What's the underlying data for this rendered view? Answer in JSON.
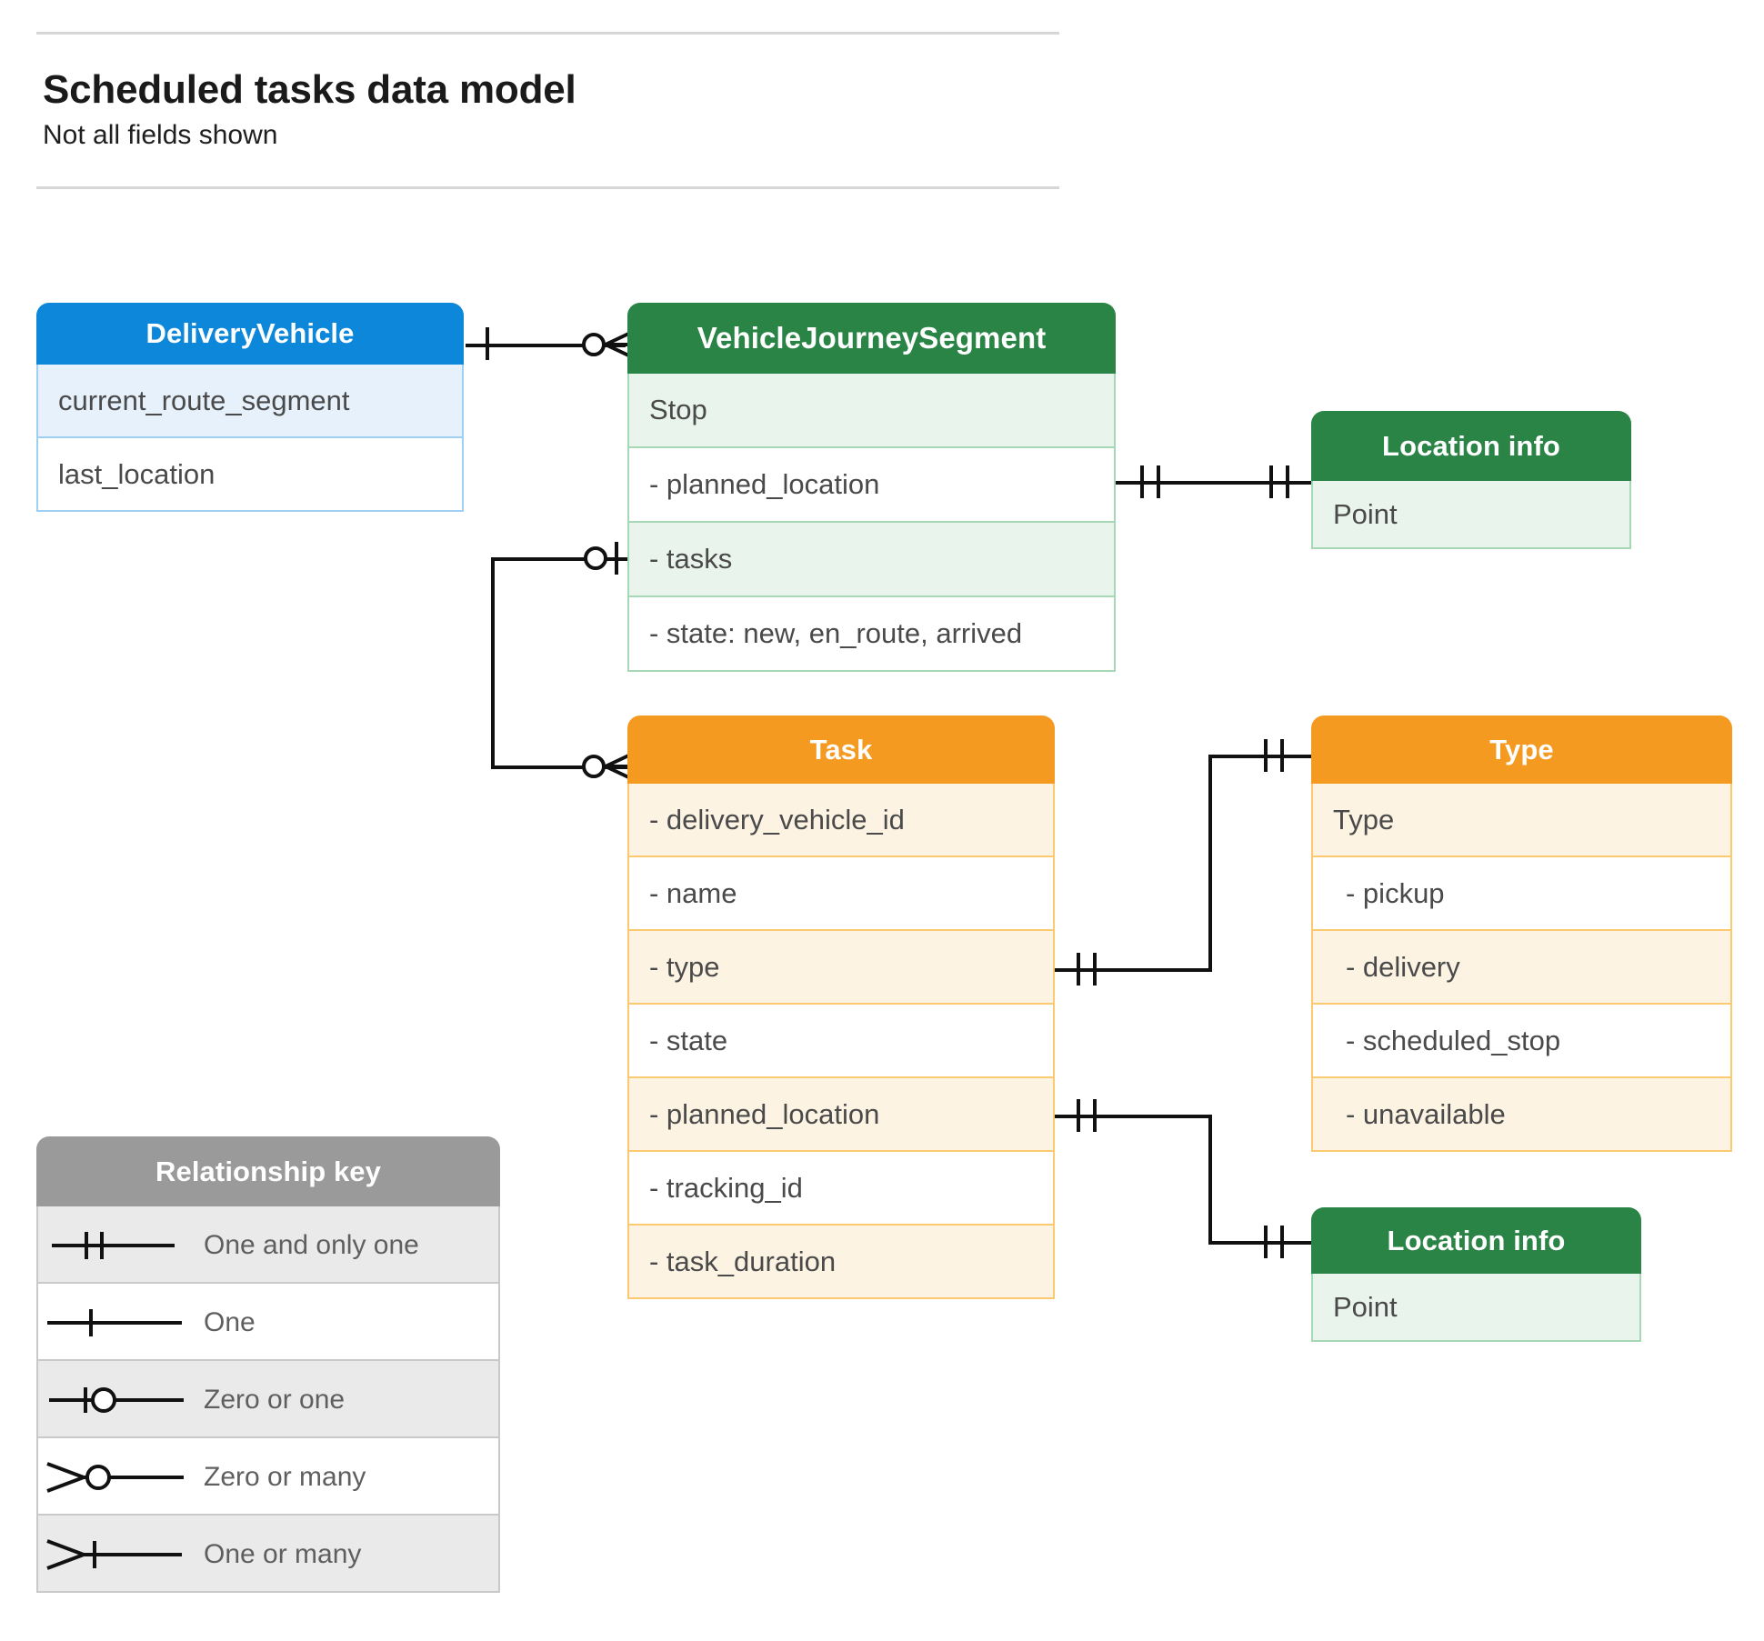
{
  "header": {
    "title": "Scheduled tasks data model",
    "subtitle": "Not all fields shown"
  },
  "colors": {
    "blue_header": "#0d87d9",
    "blue_border": "#9fd0f2",
    "blue_alt_row": "#e6f1fb",
    "green_header": "#2a8446",
    "green_border": "#a7d8b5",
    "green_alt_row": "#e9f4ec",
    "orange_header": "#f59a20",
    "orange_border": "#fbc970",
    "orange_alt_row": "#fdf3e3",
    "grey_header": "#9a9a9a",
    "grey_border": "#c9c9c9",
    "grey_alt_row": "#eaeaea",
    "connector": "#111111",
    "text": "#4a4a4a"
  },
  "entities": {
    "delivery_vehicle": {
      "title": "DeliveryVehicle",
      "rows": [
        "current_route_segment",
        "last_location"
      ]
    },
    "vehicle_journey_segment": {
      "title": "VehicleJourneySegment",
      "rows": [
        "Stop",
        "-  planned_location",
        "- tasks",
        "- state: new, en_route, arrived"
      ]
    },
    "location_info_top": {
      "title": "Location info",
      "rows": [
        "Point"
      ]
    },
    "task": {
      "title": "Task",
      "rows": [
        "- delivery_vehicle_id",
        "- name",
        "- type",
        "- state",
        "- planned_location",
        "- tracking_id",
        "- task_duration"
      ]
    },
    "type": {
      "title": "Type",
      "rows": [
        "Type",
        "-   pickup",
        "-   delivery",
        "-   scheduled_stop",
        "-   unavailable"
      ]
    },
    "location_info_bottom": {
      "title": "Location info",
      "rows": [
        "Point"
      ]
    }
  },
  "legend": {
    "title": "Relationship key",
    "items": [
      {
        "symbol": "one-and-only-one",
        "label": "One and only one"
      },
      {
        "symbol": "one",
        "label": "One"
      },
      {
        "symbol": "zero-or-one",
        "label": "Zero or one"
      },
      {
        "symbol": "zero-or-many",
        "label": "Zero or many"
      },
      {
        "symbol": "one-or-many",
        "label": "One or many"
      }
    ]
  },
  "relationships": [
    {
      "from": "DeliveryVehicle",
      "from_notation": "one",
      "to": "VehicleJourneySegment",
      "to_notation": "zero-or-many"
    },
    {
      "from": "VehicleJourneySegment.- tasks",
      "from_notation": "zero-or-one",
      "to": "Task",
      "to_notation": "zero-or-many"
    },
    {
      "from": "VehicleJourneySegment.-  planned_location",
      "from_notation": "one-and-only-one",
      "to": "Location info",
      "to_notation": "one-and-only-one"
    },
    {
      "from": "Task.- type",
      "from_notation": "one-and-only-one",
      "to": "Type",
      "to_notation": "one-and-only-one"
    },
    {
      "from": "Task.- planned_location",
      "from_notation": "one-and-only-one",
      "to": "Location info",
      "to_notation": "one-and-only-one"
    }
  ]
}
